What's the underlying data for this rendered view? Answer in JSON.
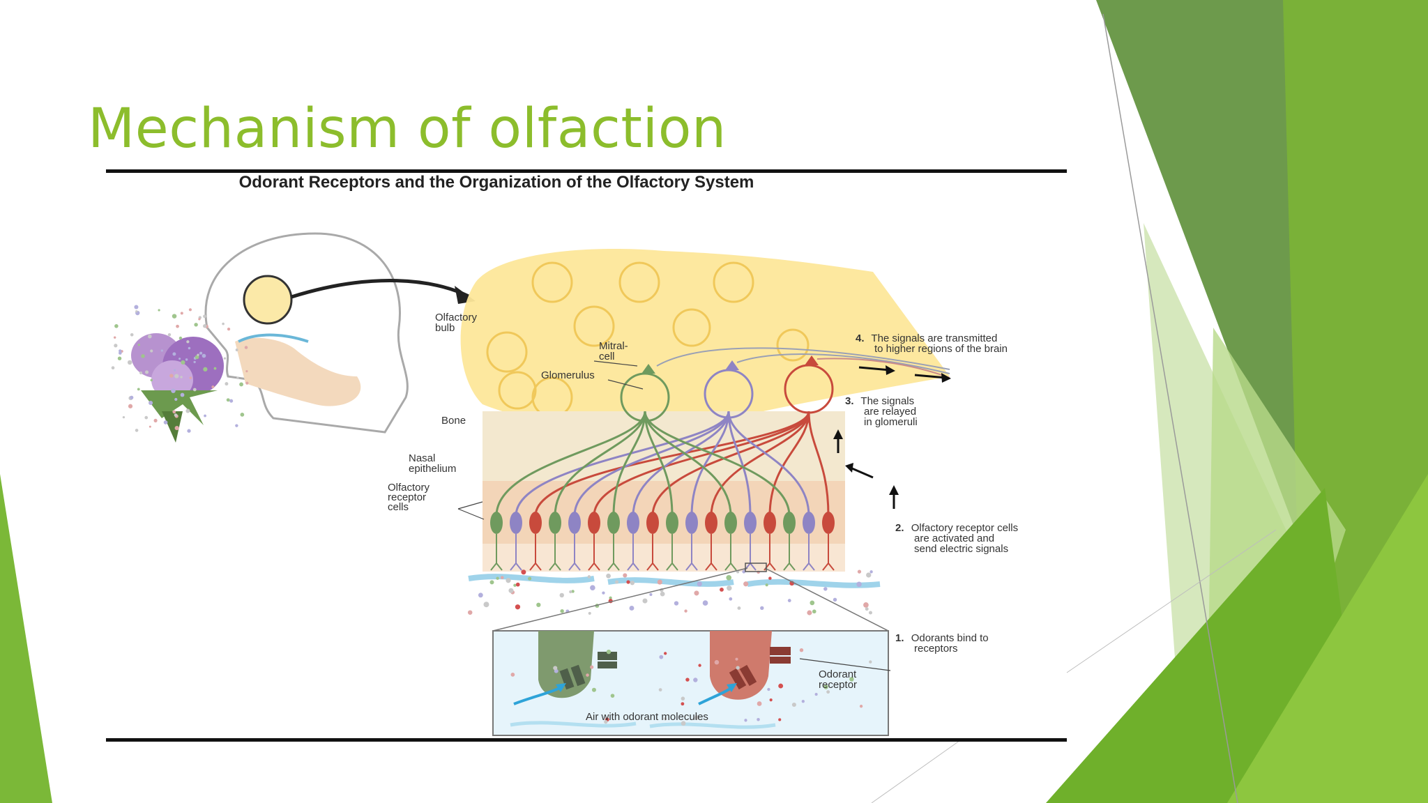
{
  "slide": {
    "title": "Mechanism of olfaction"
  },
  "figure": {
    "title": "Odorant Receptors and the Organization of the Olfactory System",
    "labels": {
      "olfactory_bulb": [
        "Olfactory",
        "bulb"
      ],
      "mitral_cell": [
        "Mitral-",
        "cell"
      ],
      "glomerulus": "Glomerulus",
      "bone": "Bone",
      "nasal_epithelium": [
        "Nasal",
        "epithelium"
      ],
      "olfactory_receptor_cells": [
        "Olfactory",
        "receptor",
        "cells"
      ],
      "odorant_receptor": [
        "Odorant",
        "receptor"
      ],
      "air": "Air with odorant molecules"
    },
    "steps": [
      {
        "num": "1.",
        "lines": [
          "Odorants bind to",
          "receptors"
        ]
      },
      {
        "num": "2.",
        "lines": [
          "Olfactory receptor cells",
          "are activated and",
          "send electric signals"
        ]
      },
      {
        "num": "3.",
        "lines": [
          "The signals",
          "are relayed",
          "in glomeruli"
        ]
      },
      {
        "num": "4.",
        "lines": [
          "The signals are transmitted",
          "to higher regions of the brain"
        ]
      }
    ]
  },
  "colors": {
    "accent": "#8cbd2c",
    "dark_green": "#6c9a3e",
    "green": "#7bb838",
    "light_green": "#d4e7b8",
    "bulb_yellow": "#fde79a",
    "cell_red": "#c84a3c",
    "cell_green": "#6f9a5e",
    "cell_purple": "#8e84c4"
  }
}
